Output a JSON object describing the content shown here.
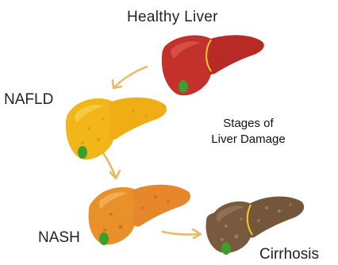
{
  "stages": {
    "healthy": {
      "label": "Healthy Liver",
      "color": "#c4302b"
    },
    "nafld": {
      "label": "NAFLD",
      "color": "#f2b61a"
    },
    "nash": {
      "label": "NASH",
      "color": "#e8902a"
    },
    "cirrhosis": {
      "label": "Cirrhosis",
      "color": "#7a5a3e"
    }
  },
  "title": {
    "line1": "Stages of",
    "line2": "Liver Damage"
  },
  "colors": {
    "arrow": "#eab862",
    "gallbladder": "#3d9d2e",
    "ligament": "#f0cc2a"
  }
}
